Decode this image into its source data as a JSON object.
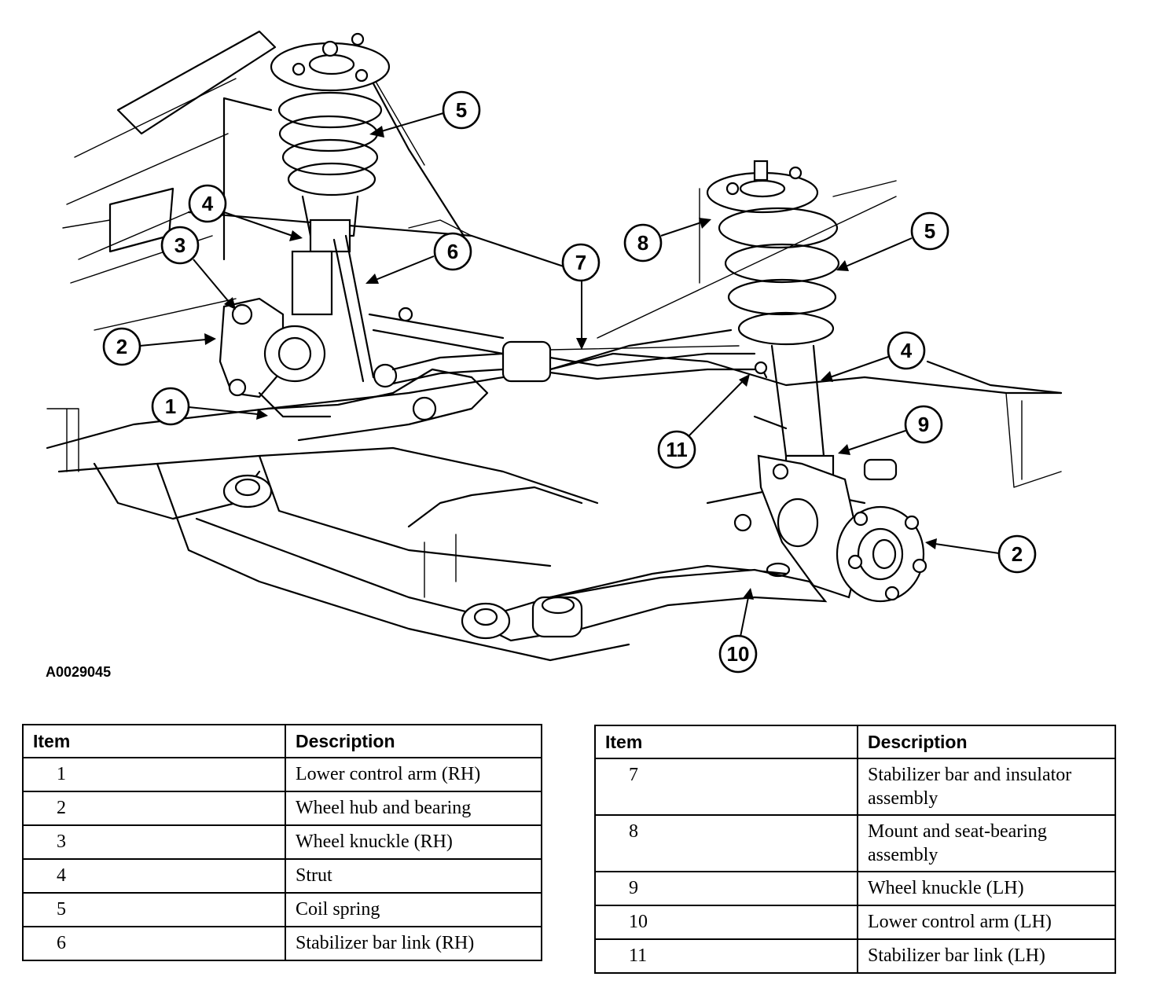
{
  "figure_id": "A0029045",
  "callouts": [
    "1",
    "2",
    "3",
    "4",
    "5",
    "6",
    "7",
    "8",
    "9",
    "10",
    "11"
  ],
  "callout_labels": {
    "rh_lower_arm": "1",
    "rh_hub": "2",
    "rh_knuckle": "3",
    "rh_strut": "4",
    "rh_spring": "5",
    "rh_link": "6",
    "stab_bar": "7",
    "lh_mount": "8",
    "lh_spring": "5",
    "lh_strut": "4",
    "lh_knuckle": "9",
    "lh_hub": "2",
    "lh_lower_arm": "10",
    "lh_link": "11"
  },
  "legend_left": {
    "header_item": "Item",
    "header_description": "Description",
    "rows": [
      {
        "item": "1",
        "description": "Lower control arm (RH)"
      },
      {
        "item": "2",
        "description": "Wheel hub and bearing"
      },
      {
        "item": "3",
        "description": "Wheel knuckle (RH)"
      },
      {
        "item": "4",
        "description": "Strut"
      },
      {
        "item": "5",
        "description": "Coil spring"
      },
      {
        "item": "6",
        "description": "Stabilizer bar link (RH)"
      }
    ]
  },
  "legend_right": {
    "header_item": "Item",
    "header_description": "Description",
    "rows": [
      {
        "item": "7",
        "description_line1": "Stabilizer bar and insulator",
        "description_line2": "assembly"
      },
      {
        "item": "8",
        "description_line1": "Mount and seat-bearing",
        "description_line2": "assembly"
      },
      {
        "item": "9",
        "description": "Wheel knuckle (LH)"
      },
      {
        "item": "10",
        "description": "Lower control arm (LH)"
      },
      {
        "item": "11",
        "description": "Stabilizer bar link (LH)"
      }
    ]
  }
}
